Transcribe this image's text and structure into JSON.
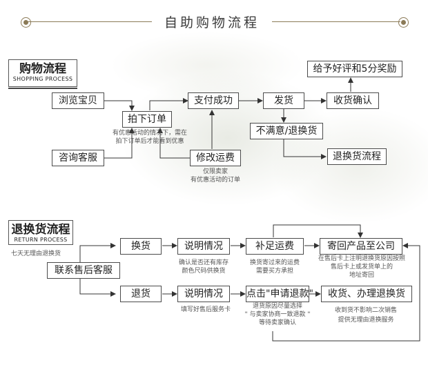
{
  "header": {
    "title": "自助购物流程"
  },
  "shopping": {
    "title": "购物流程",
    "subtitle": "SHOPPING PROCESS",
    "boxes": {
      "browse": "浏览宝贝",
      "consult": "咨询客服",
      "place_order": "拍下订单",
      "payment": "支付成功",
      "modify_shipping": "修改运费",
      "ship": "发货",
      "confirm": "收货确认",
      "reward": "给予好评和5分奖励",
      "unsatisfied": "不满意/退换货",
      "return_process": "退换货流程"
    },
    "notes": {
      "order_note_1": "有优惠活动的情况下，需在",
      "order_note_2": "拍下订单后才能看到优惠",
      "shipping_note_1": "仅限卖家",
      "shipping_note_2": "有优惠活动的订单"
    }
  },
  "returns": {
    "title": "退换货流程",
    "subtitle": "RETURN PROCESS",
    "side_note": "七天无理由退换货",
    "boxes": {
      "contact": "联系售后客服",
      "exchange": "换货",
      "explain1": "说明情况",
      "extra_shipping": "补足运费",
      "send_back": "寄回产品至公司",
      "refund": "退货",
      "explain2": "说明情况",
      "apply_refund": "点击\"申请退款\"",
      "receive_refund": "收货、办理退换货"
    },
    "notes": {
      "explain1_1": "确认是否还有库存",
      "explain1_2": "颜色尺码供换货",
      "extra_1": "换货寄过来的运费",
      "extra_2": "需要买方承担",
      "sendback_1": "在售后卡上注明退换货原因按照",
      "sendback_2": "售后卡上或发货单上的",
      "sendback_3": "地址寄回",
      "explain2_1": "填写好售后服务卡",
      "apply_1": "退货原因尽量选择",
      "apply_2": "\" 与卖家协商一致退款 \"",
      "apply_3": "等待卖家确认",
      "receive_1": "收到货不影响二次销售",
      "receive_2": "提供无理由退换服务"
    }
  }
}
